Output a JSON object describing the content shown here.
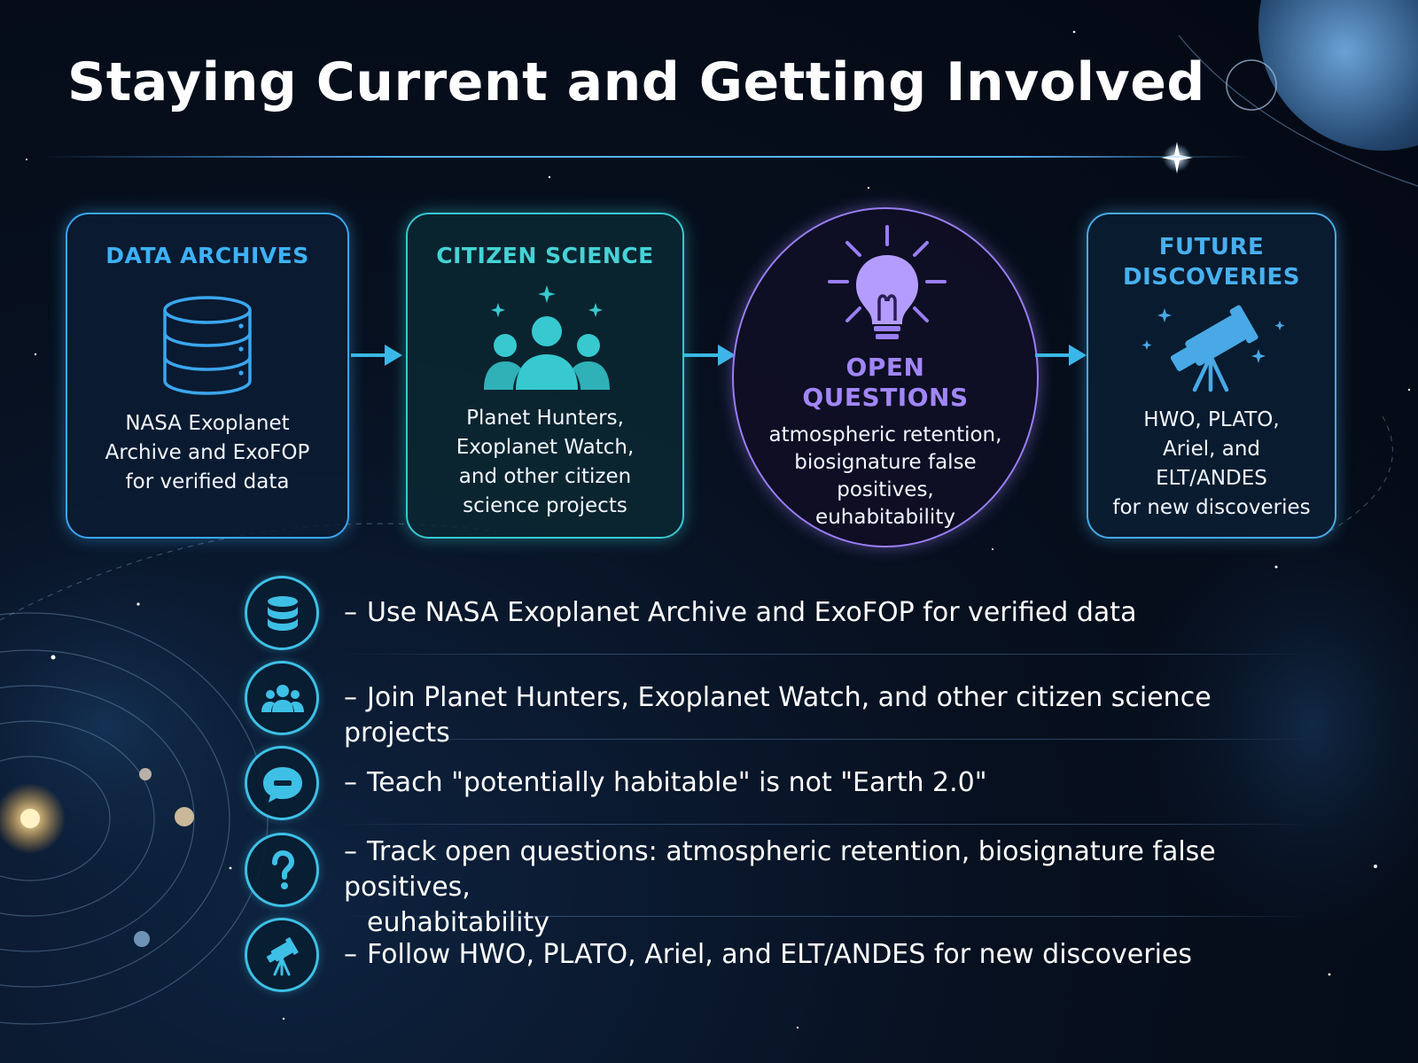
{
  "title": "Staying Current and Getting Involved",
  "colors": {
    "background": "#050b17",
    "data_archives": "#3aa6ee",
    "citizen_science": "#37c9cf",
    "open_questions": "#9a7ef3",
    "future_discoveries": "#48a9e6",
    "list_badge": "#3ec0e6"
  },
  "flow": {
    "data_archives": {
      "title": "DATA ARCHIVES",
      "icon": "database-icon",
      "description": [
        "NASA Exoplanet",
        "Archive and ExoFOP",
        "for verified data"
      ]
    },
    "citizen_science": {
      "title": "CITIZEN SCIENCE",
      "icon": "people-group-icon",
      "description": [
        "Planet Hunters,",
        "Exoplanet Watch,",
        "and other citizen",
        "science projects"
      ]
    },
    "open_questions": {
      "title": [
        "OPEN",
        "QUESTIONS"
      ],
      "icon": "lightbulb-icon",
      "description": [
        "atmospheric retention,",
        "biosignature false",
        "positives,",
        "euhabitability"
      ]
    },
    "future_discoveries": {
      "title": [
        "FUTURE",
        "DISCOVERIES"
      ],
      "icon": "telescope-icon",
      "description": [
        "HWO, PLATO,",
        "Ariel, and",
        "ELT/ANDES",
        "for new discoveries"
      ]
    }
  },
  "list": [
    {
      "icon": "database-icon",
      "dash": "–",
      "text": "Use NASA Exoplanet Archive and ExoFOP for verified data",
      "continuation": ""
    },
    {
      "icon": "people-group-icon",
      "dash": "–",
      "text": "Join Planet Hunters, Exoplanet Watch, and other citizen science projects",
      "continuation": ""
    },
    {
      "icon": "chat-bubble-icon",
      "dash": "–",
      "text": "Teach \"potentially habitable\" is not \"Earth 2.0\"",
      "continuation": ""
    },
    {
      "icon": "question-mark-icon",
      "dash": "–",
      "text": "Track open questions: atmospheric retention, biosignature false positives,",
      "continuation": "euhabitability"
    },
    {
      "icon": "telescope-icon",
      "dash": "–",
      "text": "Follow HWO, PLATO, Ariel, and ELT/ANDES for new discoveries",
      "continuation": ""
    }
  ]
}
